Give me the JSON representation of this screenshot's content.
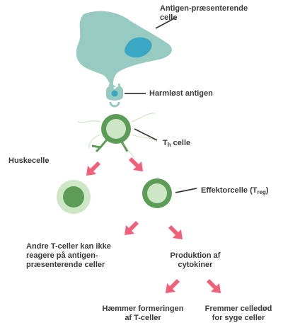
{
  "labels": {
    "apc_line1": "Antigen-præsenterende",
    "apc_line2": "celle",
    "antigen": "Harmløst antigen",
    "th_main": "T",
    "th_sub": "h",
    "th_rest": " celle",
    "memory": "Huskecelle",
    "effector_main": "Effektorcelle (T",
    "effector_sub": "reg",
    "effector_end": ")",
    "other_line1": "Andre T-celler kan ikke",
    "other_line2": "reagere på antigen-",
    "other_line3": "præsenterende celler",
    "cytokine_line1": "Produktion af",
    "cytokine_line2": "cytokiner",
    "inhibit_line1": "Hæmmer formeringen",
    "inhibit_line2": "af T-celler",
    "death_line1": "Fremmer celledød",
    "death_line2": "for syge celler"
  },
  "colors": {
    "apc": "#97cbc2",
    "apc_nucleus": "#3aa8c2",
    "cell_dark": "#5c9c57",
    "cell_light": "#cde6c5",
    "arrow": "#f0607a",
    "leader": "#3a3a3a"
  }
}
